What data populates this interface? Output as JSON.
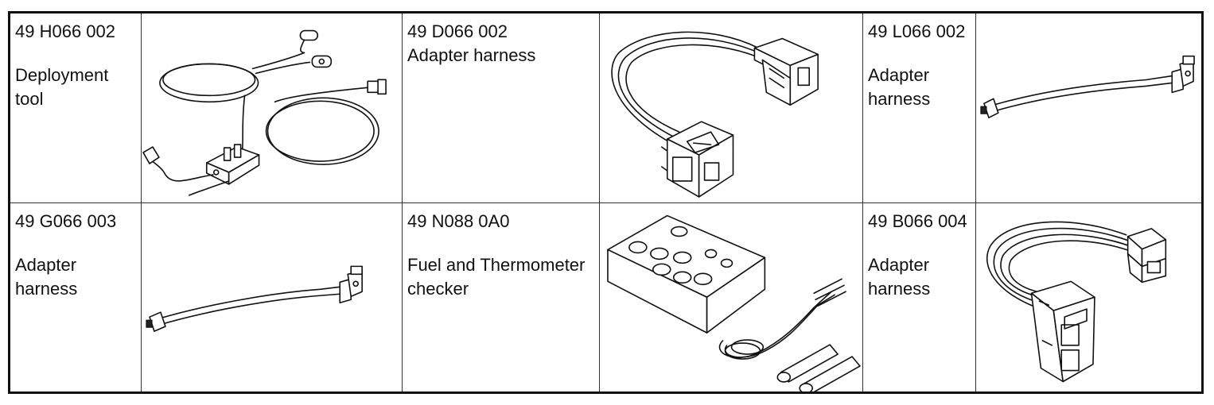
{
  "tools": [
    {
      "part_number": "49 H066 002",
      "description": "Deployment tool",
      "icon": "deployment-tool-icon"
    },
    {
      "part_number": "49 D066 002",
      "description": "Adapter harness",
      "icon": "adapter-harness-d066-icon"
    },
    {
      "part_number": "49 L066 002",
      "description": "Adapter harness",
      "icon": "adapter-harness-l066-icon"
    },
    {
      "part_number": "49 G066 003",
      "description": "Adapter harness",
      "icon": "adapter-harness-g066-icon"
    },
    {
      "part_number": "49 N088 0A0",
      "description": "Fuel and Thermometer checker",
      "icon": "fuel-thermometer-checker-icon"
    },
    {
      "part_number": "49 B066 004",
      "description": "Adapter harness",
      "icon": "adapter-harness-b066-icon"
    }
  ]
}
